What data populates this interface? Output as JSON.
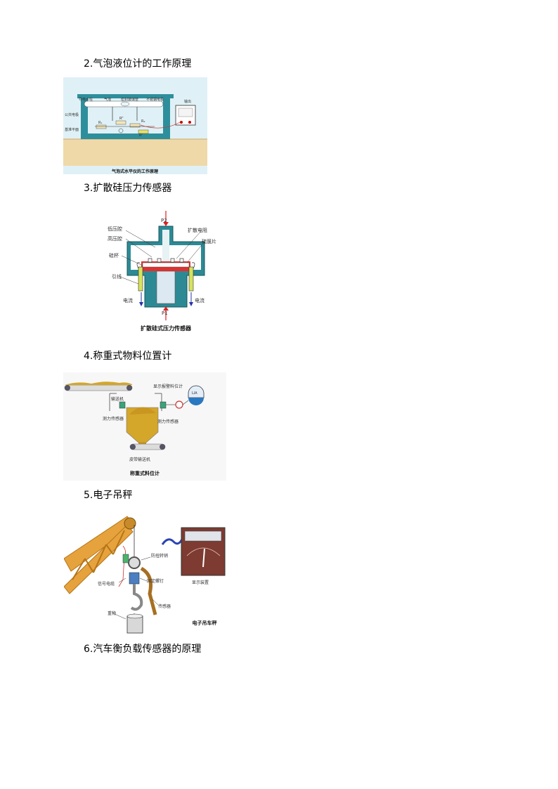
{
  "sections": [
    {
      "heading": "2.气泡液位计的工作原理",
      "caption": "气泡式水平仪的工作原理",
      "labels": [
        "导电水柱",
        "气泡",
        "密封玻璃管",
        "不锈钢电极",
        "公共电极",
        "基准平面",
        "R₁",
        "R₂",
        "Rᴾ",
        "Rᶜ",
        "输出"
      ]
    },
    {
      "heading": "3.扩散硅压力传感器",
      "caption": "扩散硅式压力传感器",
      "labels": [
        "P2",
        "低压腔",
        "高压腔",
        "硅杯",
        "引线",
        "电流",
        "P1",
        "扩散电阻",
        "硅膜片",
        "电流"
      ]
    },
    {
      "heading": "4.称重式物料位置计",
      "caption": "称重式料位计",
      "labels": [
        "输送机",
        "测力传感器",
        "显示报警料位计",
        "测力传感器",
        "皮带输送机",
        "LIA"
      ]
    },
    {
      "heading": "5.电子吊秤",
      "caption": "电子吊车秤",
      "labels": [
        "防扭转销",
        "信号电缆",
        "固定螺钉",
        "显示装置",
        "传感器",
        "重物"
      ]
    },
    {
      "heading": "6.汽车衡负载传感器的原理"
    }
  ]
}
